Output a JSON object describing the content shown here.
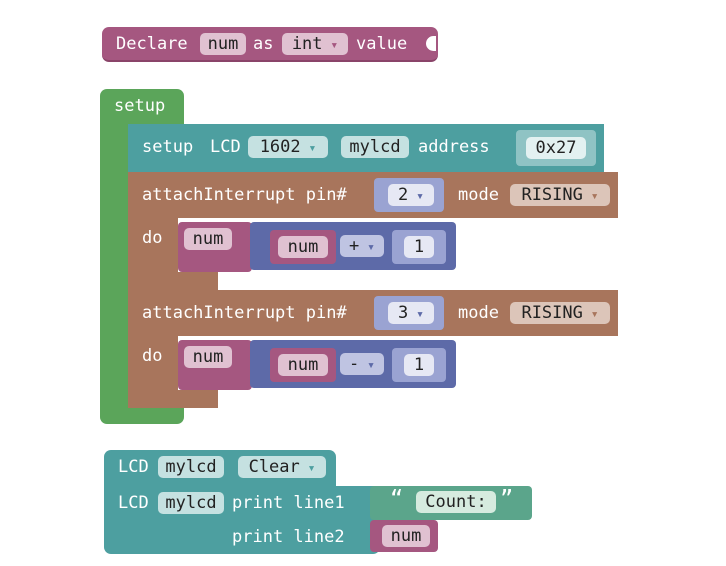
{
  "declare": {
    "word": "Declare",
    "var_name": "num",
    "as": "as",
    "type": "int",
    "value": "value"
  },
  "setup": {
    "label": "setup",
    "lcd_setup": {
      "prefix": "setup",
      "lcd": "LCD",
      "model": "1602",
      "name": "mylcd",
      "address_label": "address",
      "address": "0x27"
    },
    "interrupts": [
      {
        "label": "attachInterrupt pin#",
        "pin": "2",
        "mode_label": "mode",
        "mode": "RISING",
        "do": "do",
        "target": "num",
        "operand": "num",
        "op": "+",
        "amount": "1"
      },
      {
        "label": "attachInterrupt pin#",
        "pin": "3",
        "mode_label": "mode",
        "mode": "RISING",
        "do": "do",
        "target": "num",
        "operand": "num",
        "op": "-",
        "amount": "1"
      }
    ]
  },
  "lcd_clear": {
    "lcd": "LCD",
    "name": "mylcd",
    "action": "Clear"
  },
  "lcd_print": {
    "lcd": "LCD",
    "name": "mylcd",
    "line1_label": "print line1",
    "open_quote": "“",
    "text": "Count:",
    "close_quote": "”",
    "line2_label": "print line2",
    "line2_value": "num"
  },
  "colors": {
    "variables": "#a55780",
    "setup": "#5ba55a",
    "lcd": "#4d9fa0",
    "control": "#a8755c",
    "math": "#5d6aa8"
  }
}
